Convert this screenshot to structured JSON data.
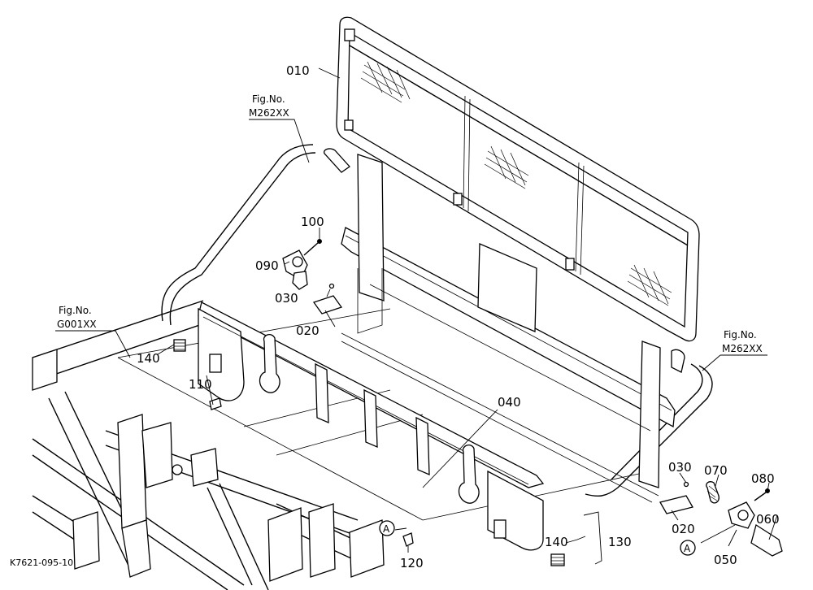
{
  "diagram": {
    "part_labels": {
      "p010": "010",
      "p020a": "020",
      "p020b": "020",
      "p030a": "030",
      "p030b": "030",
      "p040": "040",
      "p050": "050",
      "p060": "060",
      "p070": "070",
      "p080": "080",
      "p090": "090",
      "p100": "100",
      "p110": "110",
      "p120": "120",
      "p130": "130",
      "p140a": "140",
      "p140b": "140"
    },
    "fig_refs": {
      "left_top": {
        "line1": "Fig.No.",
        "line2": "M262XX"
      },
      "left_mid": {
        "line1": "Fig.No.",
        "line2": "G001XX"
      },
      "right": {
        "line1": "Fig.No.",
        "line2": "M262XX"
      }
    },
    "markers": {
      "a1": "A",
      "a2": "A"
    },
    "drawing_code": "K7621-095-10"
  }
}
